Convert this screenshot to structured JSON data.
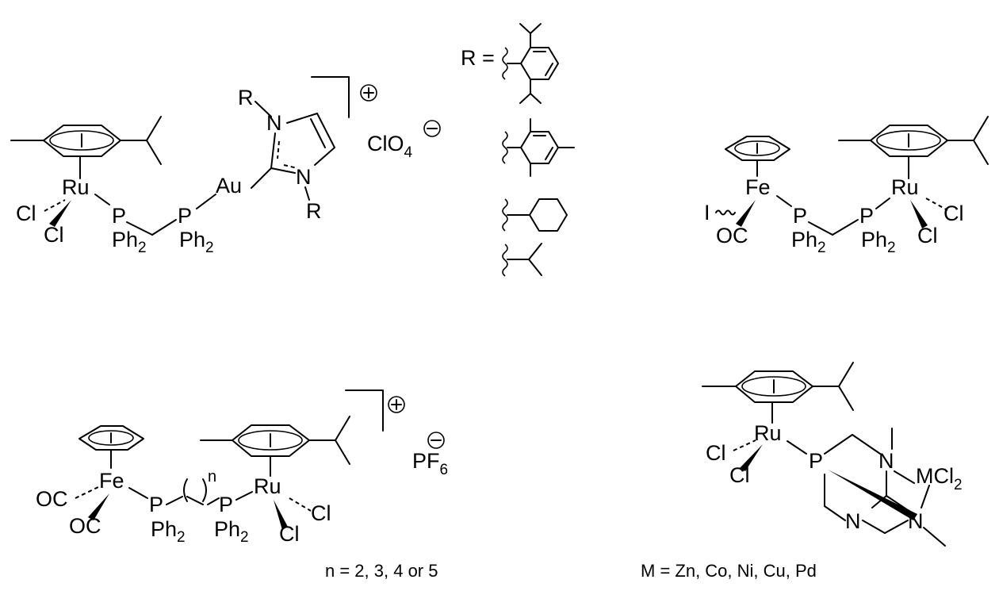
{
  "labels": {
    "ru": "Ru",
    "fe": "Fe",
    "au": "Au",
    "p": "P",
    "n": "N",
    "r": "R",
    "cl": "Cl",
    "oc": "OC",
    "i": "I",
    "ph2_ph": "Ph",
    "ph2_2": "2",
    "clo4_main": "ClO",
    "clo4_sub": "4",
    "pf6_main": "PF",
    "pf6_sub": "6",
    "mcl2_main": "MCl",
    "mcl2_sub": "2",
    "n_index": "n",
    "plus": "+",
    "minus": "−"
  },
  "r_group_label": "R =",
  "captions": {
    "n_values": "n = 2, 3, 4 or 5",
    "m_values": "M = Zn, Co, Ni, Cu, Pd"
  }
}
